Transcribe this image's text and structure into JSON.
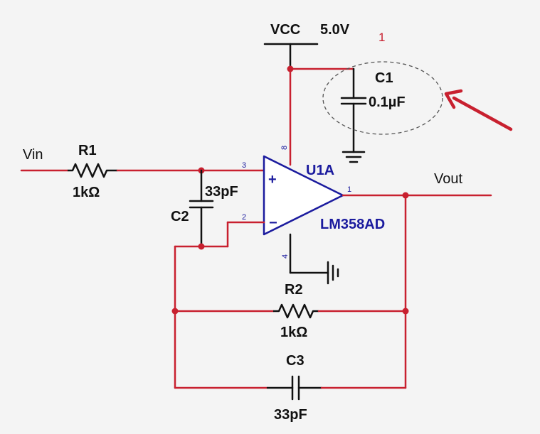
{
  "labels": {
    "vcc": "VCC",
    "vcc_value": "5.0V",
    "annotation_number": "1",
    "c1_name": "C1",
    "c1_value": "0.1µF",
    "vin": "Vin",
    "r1_name": "R1",
    "r1_value": "1kΩ",
    "c2_name": "C2",
    "c2_value": "33pF",
    "u1_name": "U1A",
    "u1_part": "LM358AD",
    "vout": "Vout",
    "r2_name": "R2",
    "r2_value": "1kΩ",
    "c3_name": "C3",
    "c3_value": "33pF"
  },
  "pins": {
    "in_plus": "3",
    "in_minus": "2",
    "out": "1",
    "vcc": "8",
    "gnd": "4"
  },
  "opamp_signs": {
    "plus": "+",
    "minus": "−"
  },
  "colors": {
    "wire": "#c8202f",
    "component": "#111111",
    "opamp": "#1b1b9e",
    "annotation": "#c8202f"
  }
}
